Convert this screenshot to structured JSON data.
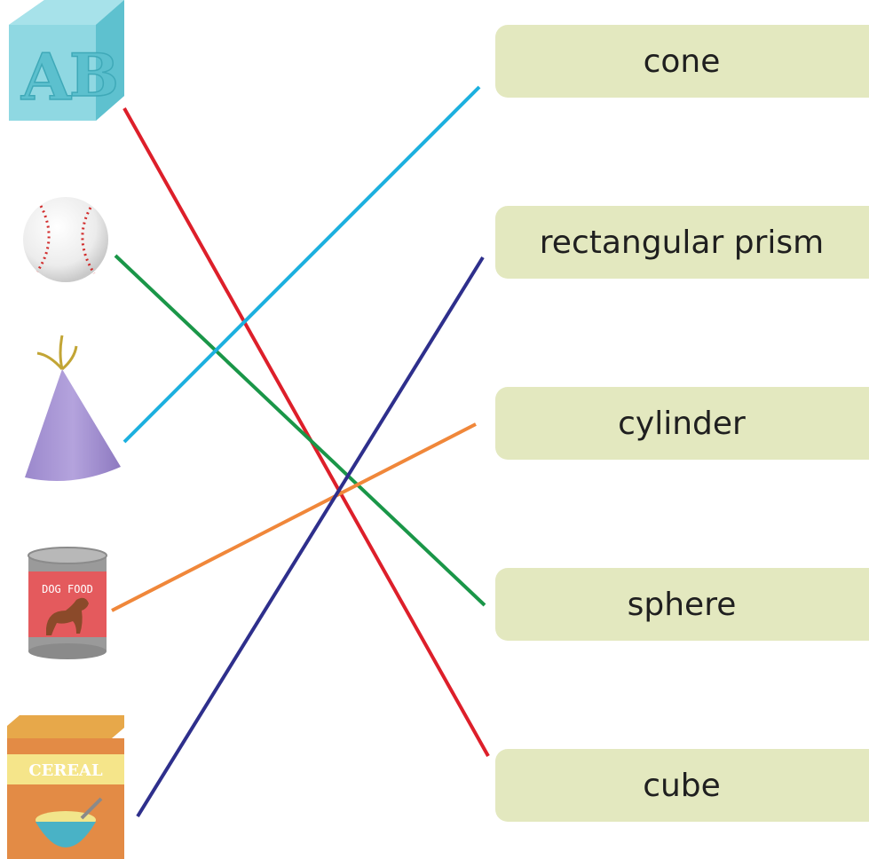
{
  "objects": [
    {
      "id": "block",
      "name": "alphabet block",
      "block_letters": [
        "A",
        "B"
      ]
    },
    {
      "id": "baseball",
      "name": "baseball"
    },
    {
      "id": "party-hat",
      "name": "party hat"
    },
    {
      "id": "dog-food-can",
      "name": "dog food can",
      "can_label": "DOG FOOD"
    },
    {
      "id": "cereal-box",
      "name": "cereal box",
      "box_label": "CEREAL"
    }
  ],
  "shapes": [
    "cone",
    "rectangular prism",
    "cylinder",
    "sphere",
    "cube"
  ],
  "matches": [
    {
      "object": "alphabet block",
      "shape": "cube",
      "color": "#dd1f2a"
    },
    {
      "object": "baseball",
      "shape": "sphere",
      "color": "#1a9648"
    },
    {
      "object": "party hat",
      "shape": "cone",
      "color": "#1cb0df"
    },
    {
      "object": "dog food can",
      "shape": "cylinder",
      "color": "#f0873a"
    },
    {
      "object": "cereal box",
      "shape": "rectangular prism",
      "color": "#2e2f8c"
    }
  ]
}
